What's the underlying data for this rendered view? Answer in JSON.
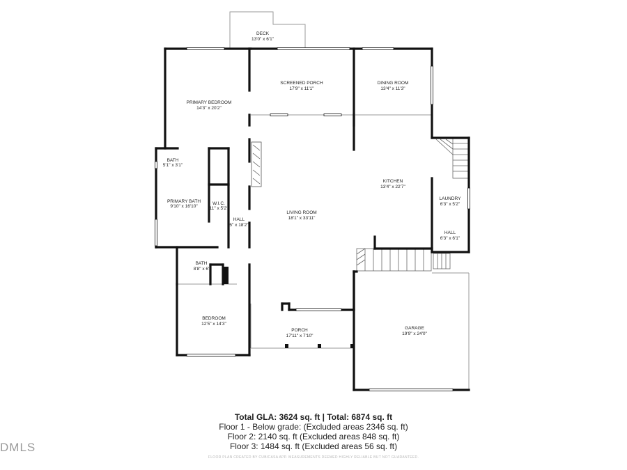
{
  "rooms": {
    "deck": {
      "name": "DECK",
      "dim": "13'0\" x 6'1\""
    },
    "screened_porch": {
      "name": "SCREENED PORCH",
      "dim": "17'9\" x 11'1\""
    },
    "dining_room": {
      "name": "DINING ROOM",
      "dim": "13'4\" x 11'3\""
    },
    "primary_bedroom": {
      "name": "PRIMARY BEDROOM",
      "dim": "14'3\" x 20'2\""
    },
    "bath_upper": {
      "name": "BATH",
      "dim": "5'1\" x 3'1\""
    },
    "primary_bath": {
      "name": "PRIMARY BATH",
      "dim": "9'10\" x 16'10\""
    },
    "wic": {
      "name": "W.I.C.",
      "dim": "11\" x 5'2\""
    },
    "hall_left": {
      "name": "HALL",
      "dim": "5\" x 18'2\""
    },
    "living_room": {
      "name": "LIVING ROOM",
      "dim": "18'1\" x 33'11\""
    },
    "kitchen": {
      "name": "KITCHEN",
      "dim": "13'4\" x 22'7\""
    },
    "laundry": {
      "name": "LAUNDRY",
      "dim": "6'3\" x 5'2\""
    },
    "hall_right": {
      "name": "HALL",
      "dim": "6'3\" x 6'1\""
    },
    "bath_lower": {
      "name": "BATH",
      "dim": "8'8\" x 6'"
    },
    "bedroom": {
      "name": "BEDROOM",
      "dim": "12'5\" x 14'3\""
    },
    "porch": {
      "name": "PORCH",
      "dim": "17'11\" x 7'10\""
    },
    "garage": {
      "name": "GARAGE",
      "dim": "19'9\" x 24'0\""
    }
  },
  "summary": {
    "title": "Total GLA: 3624 sq. ft | Total: 6874 sq. ft",
    "floor1": "Floor 1 - Below grade: (Excluded areas 2346 sq. ft)",
    "floor2": "Floor 2: 2140 sq. ft (Excluded areas 848 sq. ft)",
    "floor3": "Floor 3: 1484 sq. ft (Excluded areas 56 sq. ft)"
  },
  "disclaimer": "FLOOR PLAN CREATED BY CUBICASA APP. MEASUREMENTS DEEMED HIGHLY RELIABLE BUT NOT GUARANTEED.",
  "watermark": "DMLS",
  "colors": {
    "wall": "#111111",
    "thin_wall": "#9a9a9a",
    "text": "#222222"
  }
}
